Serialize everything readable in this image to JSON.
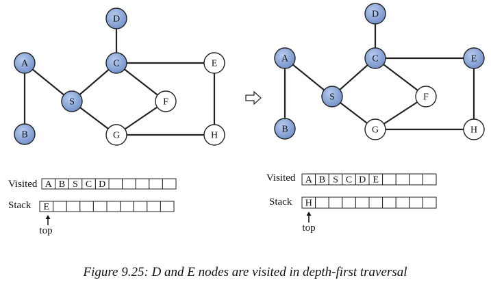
{
  "caption": "Figure 9.25: D and E nodes are visited in depth-first traversal",
  "colors": {
    "visited": "#7f9fd3",
    "unvisited": "#ffffff",
    "stroke": "#222222"
  },
  "panels": [
    {
      "nodes": [
        {
          "id": "D",
          "visited": true
        },
        {
          "id": "A",
          "visited": true
        },
        {
          "id": "C",
          "visited": true
        },
        {
          "id": "E",
          "visited": false
        },
        {
          "id": "S",
          "visited": true
        },
        {
          "id": "F",
          "visited": false
        },
        {
          "id": "B",
          "visited": true
        },
        {
          "id": "G",
          "visited": false
        },
        {
          "id": "H",
          "visited": false
        }
      ],
      "edges": [
        [
          "A",
          "B"
        ],
        [
          "A",
          "S"
        ],
        [
          "S",
          "C"
        ],
        [
          "S",
          "G"
        ],
        [
          "C",
          "D"
        ],
        [
          "C",
          "E"
        ],
        [
          "C",
          "F"
        ],
        [
          "F",
          "G"
        ],
        [
          "G",
          "H"
        ],
        [
          "E",
          "H"
        ]
      ],
      "visited_label": "Visited",
      "visited_cells": [
        "A",
        "B",
        "S",
        "C",
        "D",
        "",
        "",
        "",
        "",
        ""
      ],
      "stack_label": "Stack",
      "stack_cells": [
        "E",
        "",
        "",
        "",
        "",
        "",
        "",
        "",
        "",
        ""
      ],
      "top_label": "top"
    },
    {
      "nodes": [
        {
          "id": "D",
          "visited": true
        },
        {
          "id": "A",
          "visited": true
        },
        {
          "id": "C",
          "visited": true
        },
        {
          "id": "E",
          "visited": true
        },
        {
          "id": "S",
          "visited": true
        },
        {
          "id": "F",
          "visited": false
        },
        {
          "id": "B",
          "visited": true
        },
        {
          "id": "G",
          "visited": false
        },
        {
          "id": "H",
          "visited": false
        }
      ],
      "edges": [
        [
          "A",
          "B"
        ],
        [
          "A",
          "S"
        ],
        [
          "S",
          "C"
        ],
        [
          "S",
          "G"
        ],
        [
          "C",
          "D"
        ],
        [
          "C",
          "E"
        ],
        [
          "C",
          "F"
        ],
        [
          "F",
          "G"
        ],
        [
          "G",
          "H"
        ],
        [
          "E",
          "H"
        ]
      ],
      "visited_label": "Visited",
      "visited_cells": [
        "A",
        "B",
        "S",
        "C",
        "D",
        "E",
        "",
        "",
        "",
        ""
      ],
      "stack_label": "Stack",
      "stack_cells": [
        "H",
        "",
        "",
        "",
        "",
        "",
        "",
        "",
        "",
        ""
      ],
      "top_label": "top"
    }
  ]
}
